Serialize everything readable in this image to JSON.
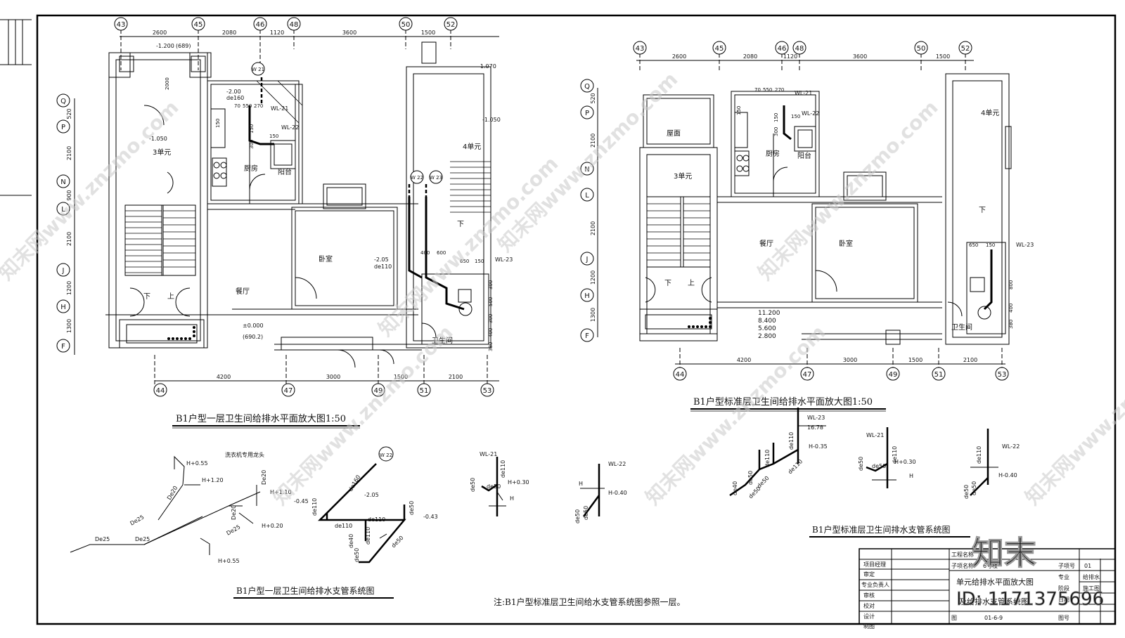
{
  "titles": {
    "plan_first": "B1户型一层卫生间给排水平面放大图1:50",
    "plan_standard": "B1户型标准层卫生间给排水平面放大图1:50",
    "sys_first": "B1户型一层卫生间给排水支管系统图",
    "sys_standard": "B1户型标准层卫生间排水支管系统图",
    "note": "注:B1户型标准层卫生间给水支管系统图参照一层。"
  },
  "plan1": {
    "axes_top": [
      "43",
      "45",
      "46",
      "48",
      "50",
      "52"
    ],
    "dims_top": [
      "2600",
      "2080",
      "1120",
      "3600",
      "1500"
    ],
    "axes_bottom": [
      "44",
      "47",
      "49",
      "51",
      "53"
    ],
    "dims_bottom": [
      "4200",
      "3000",
      "1500",
      "2100"
    ],
    "axes_left": [
      "Q",
      "P",
      "N",
      "L",
      "J",
      "H",
      "F"
    ],
    "dims_left": [
      "520",
      "2100",
      "900",
      "2100",
      "1200",
      "1300"
    ],
    "rooms": [
      "3单元",
      "厨房",
      "阳台",
      "卧室",
      "餐厅",
      "卫生间",
      "4单元",
      "下",
      "上",
      "下"
    ],
    "levels": [
      "-1.200",
      "(689)",
      "-2.00",
      "de160",
      "-1.050",
      "-1.070",
      "-1.050",
      "-2.05",
      "de110",
      "±0.000",
      "(690.2)"
    ],
    "pipes": [
      "WL-21",
      "WL-22",
      "WL-23"
    ],
    "bubbles": [
      "W 21",
      "W 22",
      "W 23"
    ],
    "small_dims": [
      "70",
      "550",
      "270",
      "150",
      "150",
      "300",
      "150",
      "400",
      "600",
      "650",
      "150",
      "300",
      "500",
      "300",
      "400",
      "380",
      "2000"
    ]
  },
  "plan2": {
    "axes_top": [
      "43",
      "45",
      "46",
      "48",
      "50",
      "52"
    ],
    "dims_top": [
      "2600",
      "2080",
      "1120",
      "3600",
      "1500"
    ],
    "axes_bottom": [
      "44",
      "47",
      "49",
      "51",
      "53"
    ],
    "dims_bottom": [
      "4200",
      "3000",
      "1500",
      "2100"
    ],
    "axes_left": [
      "Q",
      "P",
      "N",
      "L",
      "J",
      "H",
      "F"
    ],
    "dims_left": [
      "520",
      "2100",
      "2100",
      "1200",
      "1300"
    ],
    "rooms": [
      "屋面",
      "厨房",
      "阳台",
      "3单元",
      "餐厅",
      "卧室",
      "卫生间",
      "4单元",
      "下",
      "上",
      "下"
    ],
    "levels": [
      "11.200",
      "8.400",
      "5.600",
      "2.800"
    ],
    "pipes": [
      "WL-21",
      "WL-22",
      "WL-23"
    ],
    "small_dims": [
      "70",
      "550",
      "270",
      "150",
      "150",
      "300",
      "150",
      "650",
      "150",
      "800",
      "400",
      "380"
    ]
  },
  "sys1": {
    "labels": [
      "H+0.55",
      "洗衣机专用龙头",
      "H+1.20",
      "H+1.10",
      "H+0.20",
      "H+0.55",
      "De20",
      "De20",
      "De25",
      "De25",
      "De25",
      "De25",
      "De20",
      "-0.45",
      "-2.05",
      "-0.43",
      "de110",
      "de110",
      "de110",
      "de110",
      "de50",
      "de50",
      "de50",
      "de40",
      "de160"
    ],
    "bubble": "W 22",
    "wl21": [
      "WL-21",
      "de110",
      "de50",
      "de50",
      "H+0.30",
      "H"
    ],
    "wl22": [
      "WL-22",
      "H",
      "H-0.40",
      "de50",
      "de50"
    ]
  },
  "sys2": {
    "wl23": [
      "WL-23",
      "16.78",
      "H-0.35",
      "de110",
      "de110",
      "de110",
      "de50",
      "de50",
      "de50",
      "de40"
    ],
    "wl21": [
      "WL-21",
      "de110",
      "de50",
      "de50",
      "H+0.30",
      "H"
    ],
    "wl22": [
      "WL-22",
      "de110",
      "H-0.40",
      "de50",
      "de50"
    ]
  },
  "titleblock": {
    "rows_left": [
      "项目经理",
      "审定",
      "专业负责人",
      "审核",
      "校对",
      "设计",
      "制图"
    ],
    "project_name_label": "工程名称",
    "sub_label": "子项名称",
    "sub_value": "6号楼",
    "drawing_title_1": "单元给排水平面放大图",
    "drawing_title_2": "及给排水支管系统图",
    "r_labels": [
      "子项号",
      "专业",
      "阶段",
      "日期",
      "图号"
    ],
    "r_values": [
      "01",
      "给排水",
      "施工图",
      "",
      "01-6-9"
    ],
    "fig_label": "图"
  },
  "watermark": {
    "brand": "知末网www.znzmo.com",
    "logo": "知末",
    "id": "ID: 1171375696"
  }
}
